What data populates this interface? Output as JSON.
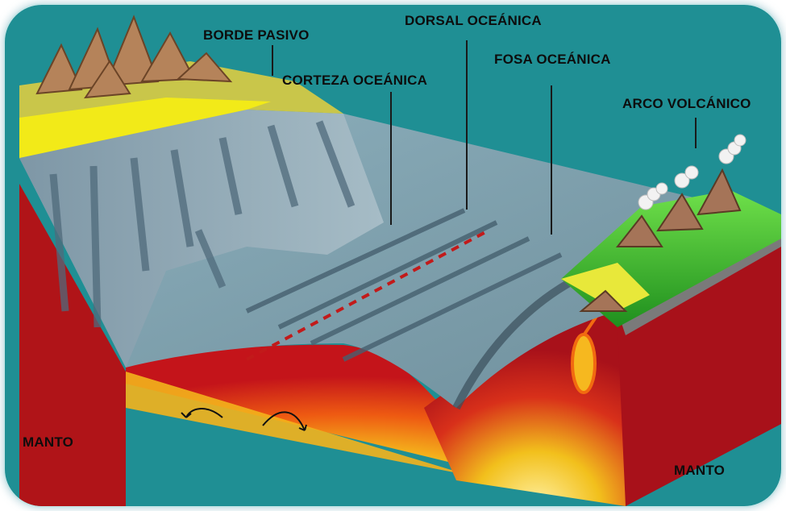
{
  "labels": {
    "borde_pasivo": "BORDE  PASIVO",
    "dorsal_oceanica": "DORSAL OCEÁNICA",
    "fosa_oceanica": "FOSA OCEÁNICA",
    "corteza_oceanica": "CORTEZA OCEÁNICA",
    "arco_volcanico": "ARCO VOLCÁNICO",
    "manto_left": "MANTO",
    "manto_right": "MANTO"
  },
  "colors": {
    "background": "#1f8f94",
    "ocean_floor": "#8faab5",
    "mantle_red": "#c0141a",
    "magma_yellow": "#f5d21e",
    "vegetation": "#2fae2a",
    "mountain": "#b5835a"
  }
}
